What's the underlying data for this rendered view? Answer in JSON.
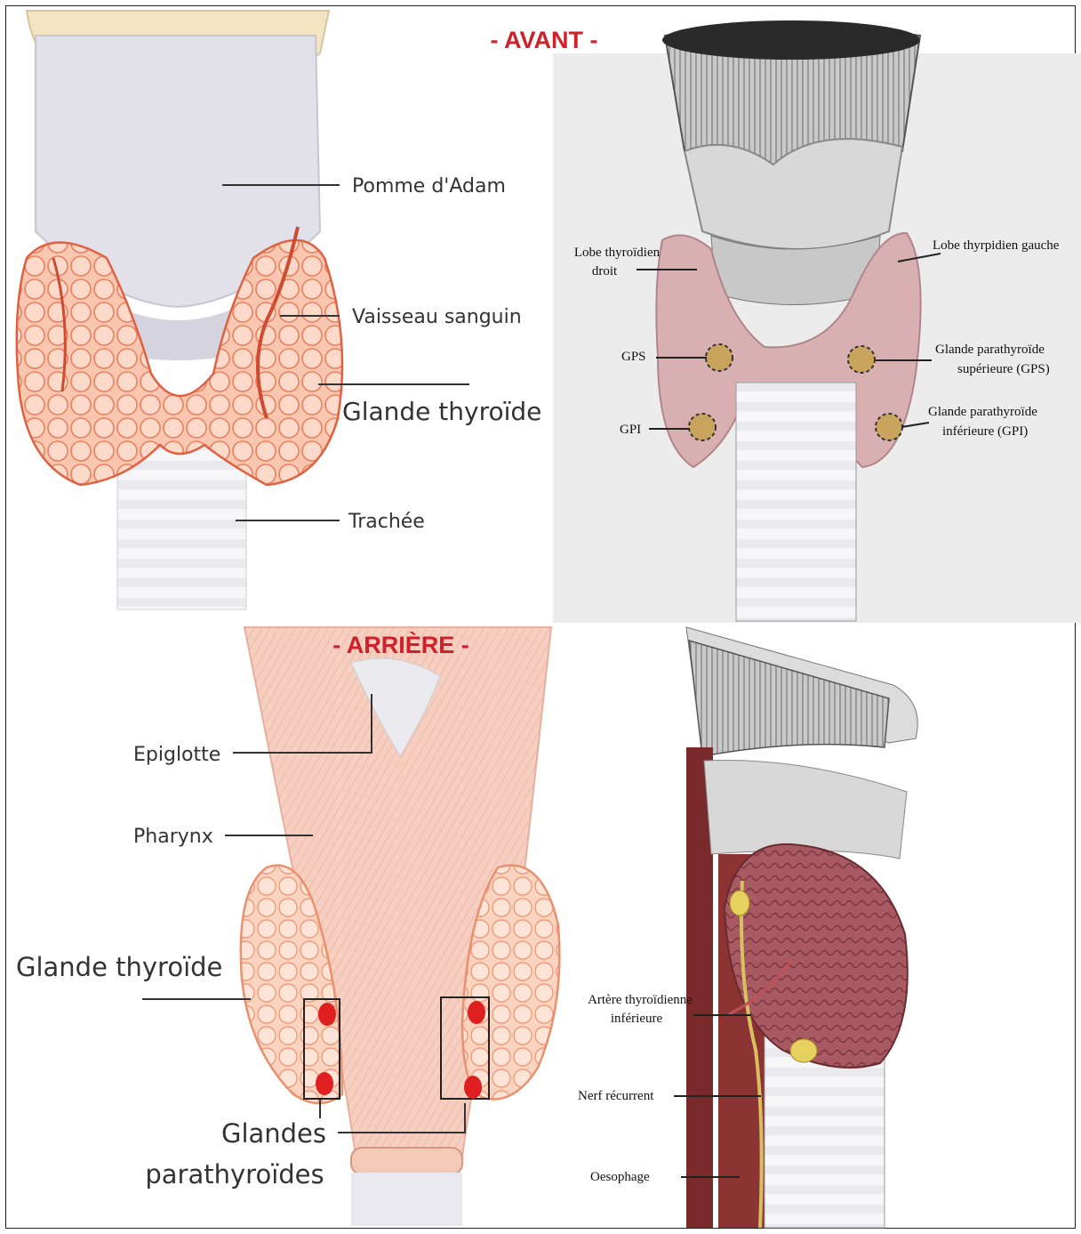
{
  "headings": {
    "front": "- AVANT -",
    "back": "- ARRIÈRE -"
  },
  "colors": {
    "heading": "#d0202a",
    "thyroid": "#f6b8a0",
    "thyroid_outline": "#e06040",
    "parathyroid": "#e02020"
  },
  "front_illustration": {
    "adam_apple": "Pomme d'Adam",
    "blood_vessel": "Vaisseau sanguin",
    "thyroid": "Glande thyroïde",
    "trachea": "Trachée"
  },
  "front_render": {
    "right_lobe": [
      "Lobe thyroïdien",
      "droit"
    ],
    "left_lobe": "Lobe thyrpidien gauche",
    "gps": "GPS",
    "gpi": "GPI",
    "superior_parathyroid": [
      "Glande parathyroïde",
      "supérieure  (GPS)"
    ],
    "inferior_parathyroid": [
      "Glande parathyroïde",
      "inférieure (GPI)"
    ]
  },
  "back_illustration": {
    "epiglottis": "Epiglotte",
    "pharynx": "Pharynx",
    "thyroid": "Glande thyroïde",
    "parathyroids": [
      "Glandes",
      "parathyroïdes"
    ]
  },
  "side_render": {
    "artery": [
      "Artère thyroïdienne",
      "inférieure"
    ],
    "nerve": "Nerf récurrent",
    "esophagus": "Oesophage"
  }
}
